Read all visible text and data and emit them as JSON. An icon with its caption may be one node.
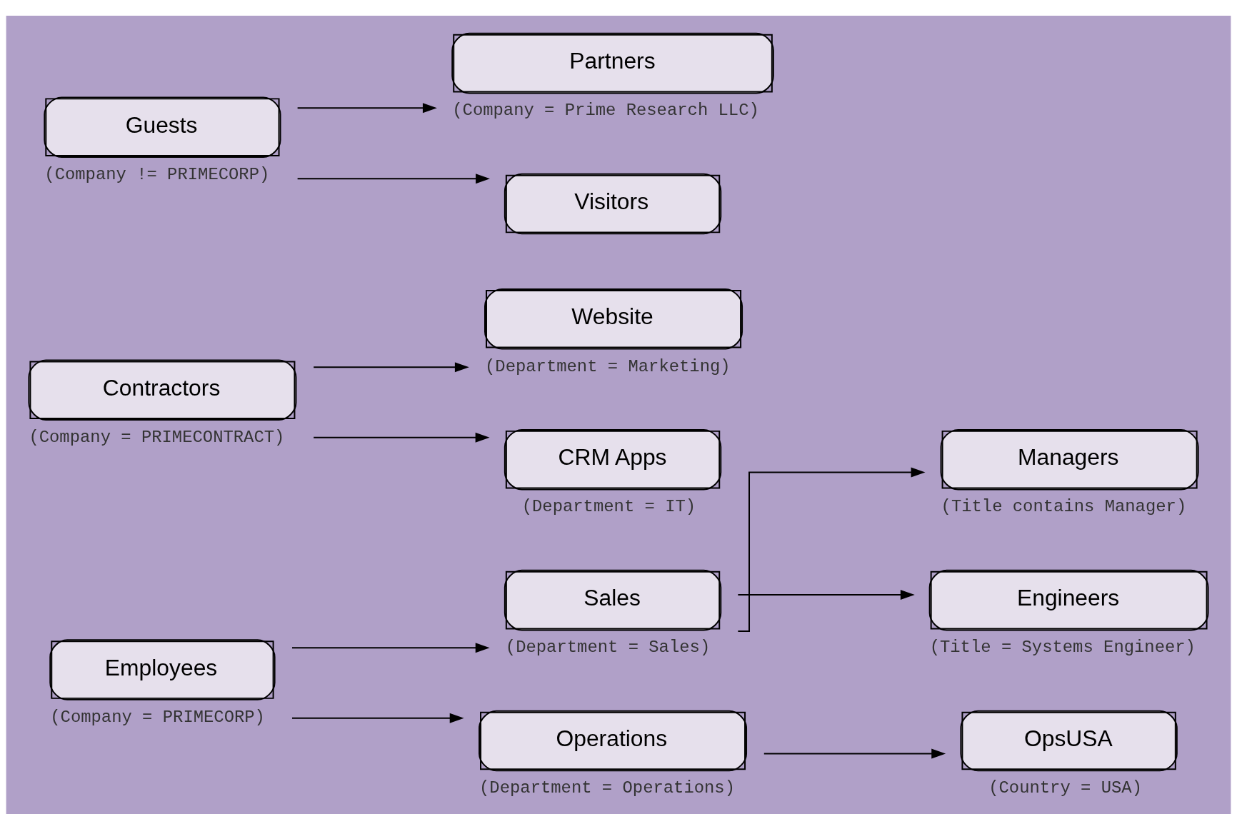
{
  "diagram": {
    "nodes": [
      {
        "text": [
          "Employees"
        ],
        "beside": [
          "(Company = PRIMECORP)"
        ]
      },
      {
        "text": [
          "Sales"
        ],
        "beside": [
          "(Department = Sales)"
        ]
      },
      {
        "text": [
          "Operations"
        ],
        "beside": [
          "(Department = Operations)"
        ]
      },
      {
        "text": [
          "Managers"
        ],
        "beside": [
          "(Title contains Manager)"
        ]
      },
      {
        "text": [
          "Engineers"
        ],
        "beside": [
          "(Title = Systems Engineer)"
        ]
      },
      {
        "text": [
          "OpsUSA"
        ],
        "beside": [
          "(Country = USA)"
        ]
      },
      {
        "text": [
          "Contractors"
        ],
        "beside": [
          "(Company = PRIMECONTRACT)"
        ]
      },
      {
        "text": [
          "Website"
        ],
        "beside": [
          "(Department = Marketing)"
        ]
      },
      {
        "text": [
          "CRM Apps"
        ],
        "beside": [
          "(Department = IT)"
        ]
      },
      {
        "text": [
          "Guests"
        ],
        "beside": [
          "(Company != PRIMECORP)"
        ]
      },
      {
        "text": [
          "Partners"
        ],
        "beside": [
          "(Company = Prime Research LLC)"
        ]
      },
      {
        "text": [
          "Visitors"
        ]
      }
    ],
    "edges": [
      {
        "from": 0,
        "to": 1,
        "arrow": "to"
      },
      {
        "from": 0,
        "to": 2,
        "arrow": "to"
      },
      {
        "from": 1,
        "to": 3,
        "arrow": "to"
      },
      {
        "from": 1,
        "to": 4,
        "arrow": "to"
      },
      {
        "from": 2,
        "to": 5,
        "arrow": "to"
      },
      {
        "from": 6,
        "to": 7,
        "arrow": "to"
      },
      {
        "from": 6,
        "to": 8,
        "arrow": "to"
      },
      {
        "from": 9,
        "to": 10,
        "arrow": "to"
      },
      {
        "from": 9,
        "to": 11,
        "arrow": "to"
      }
    ]
  }
}
